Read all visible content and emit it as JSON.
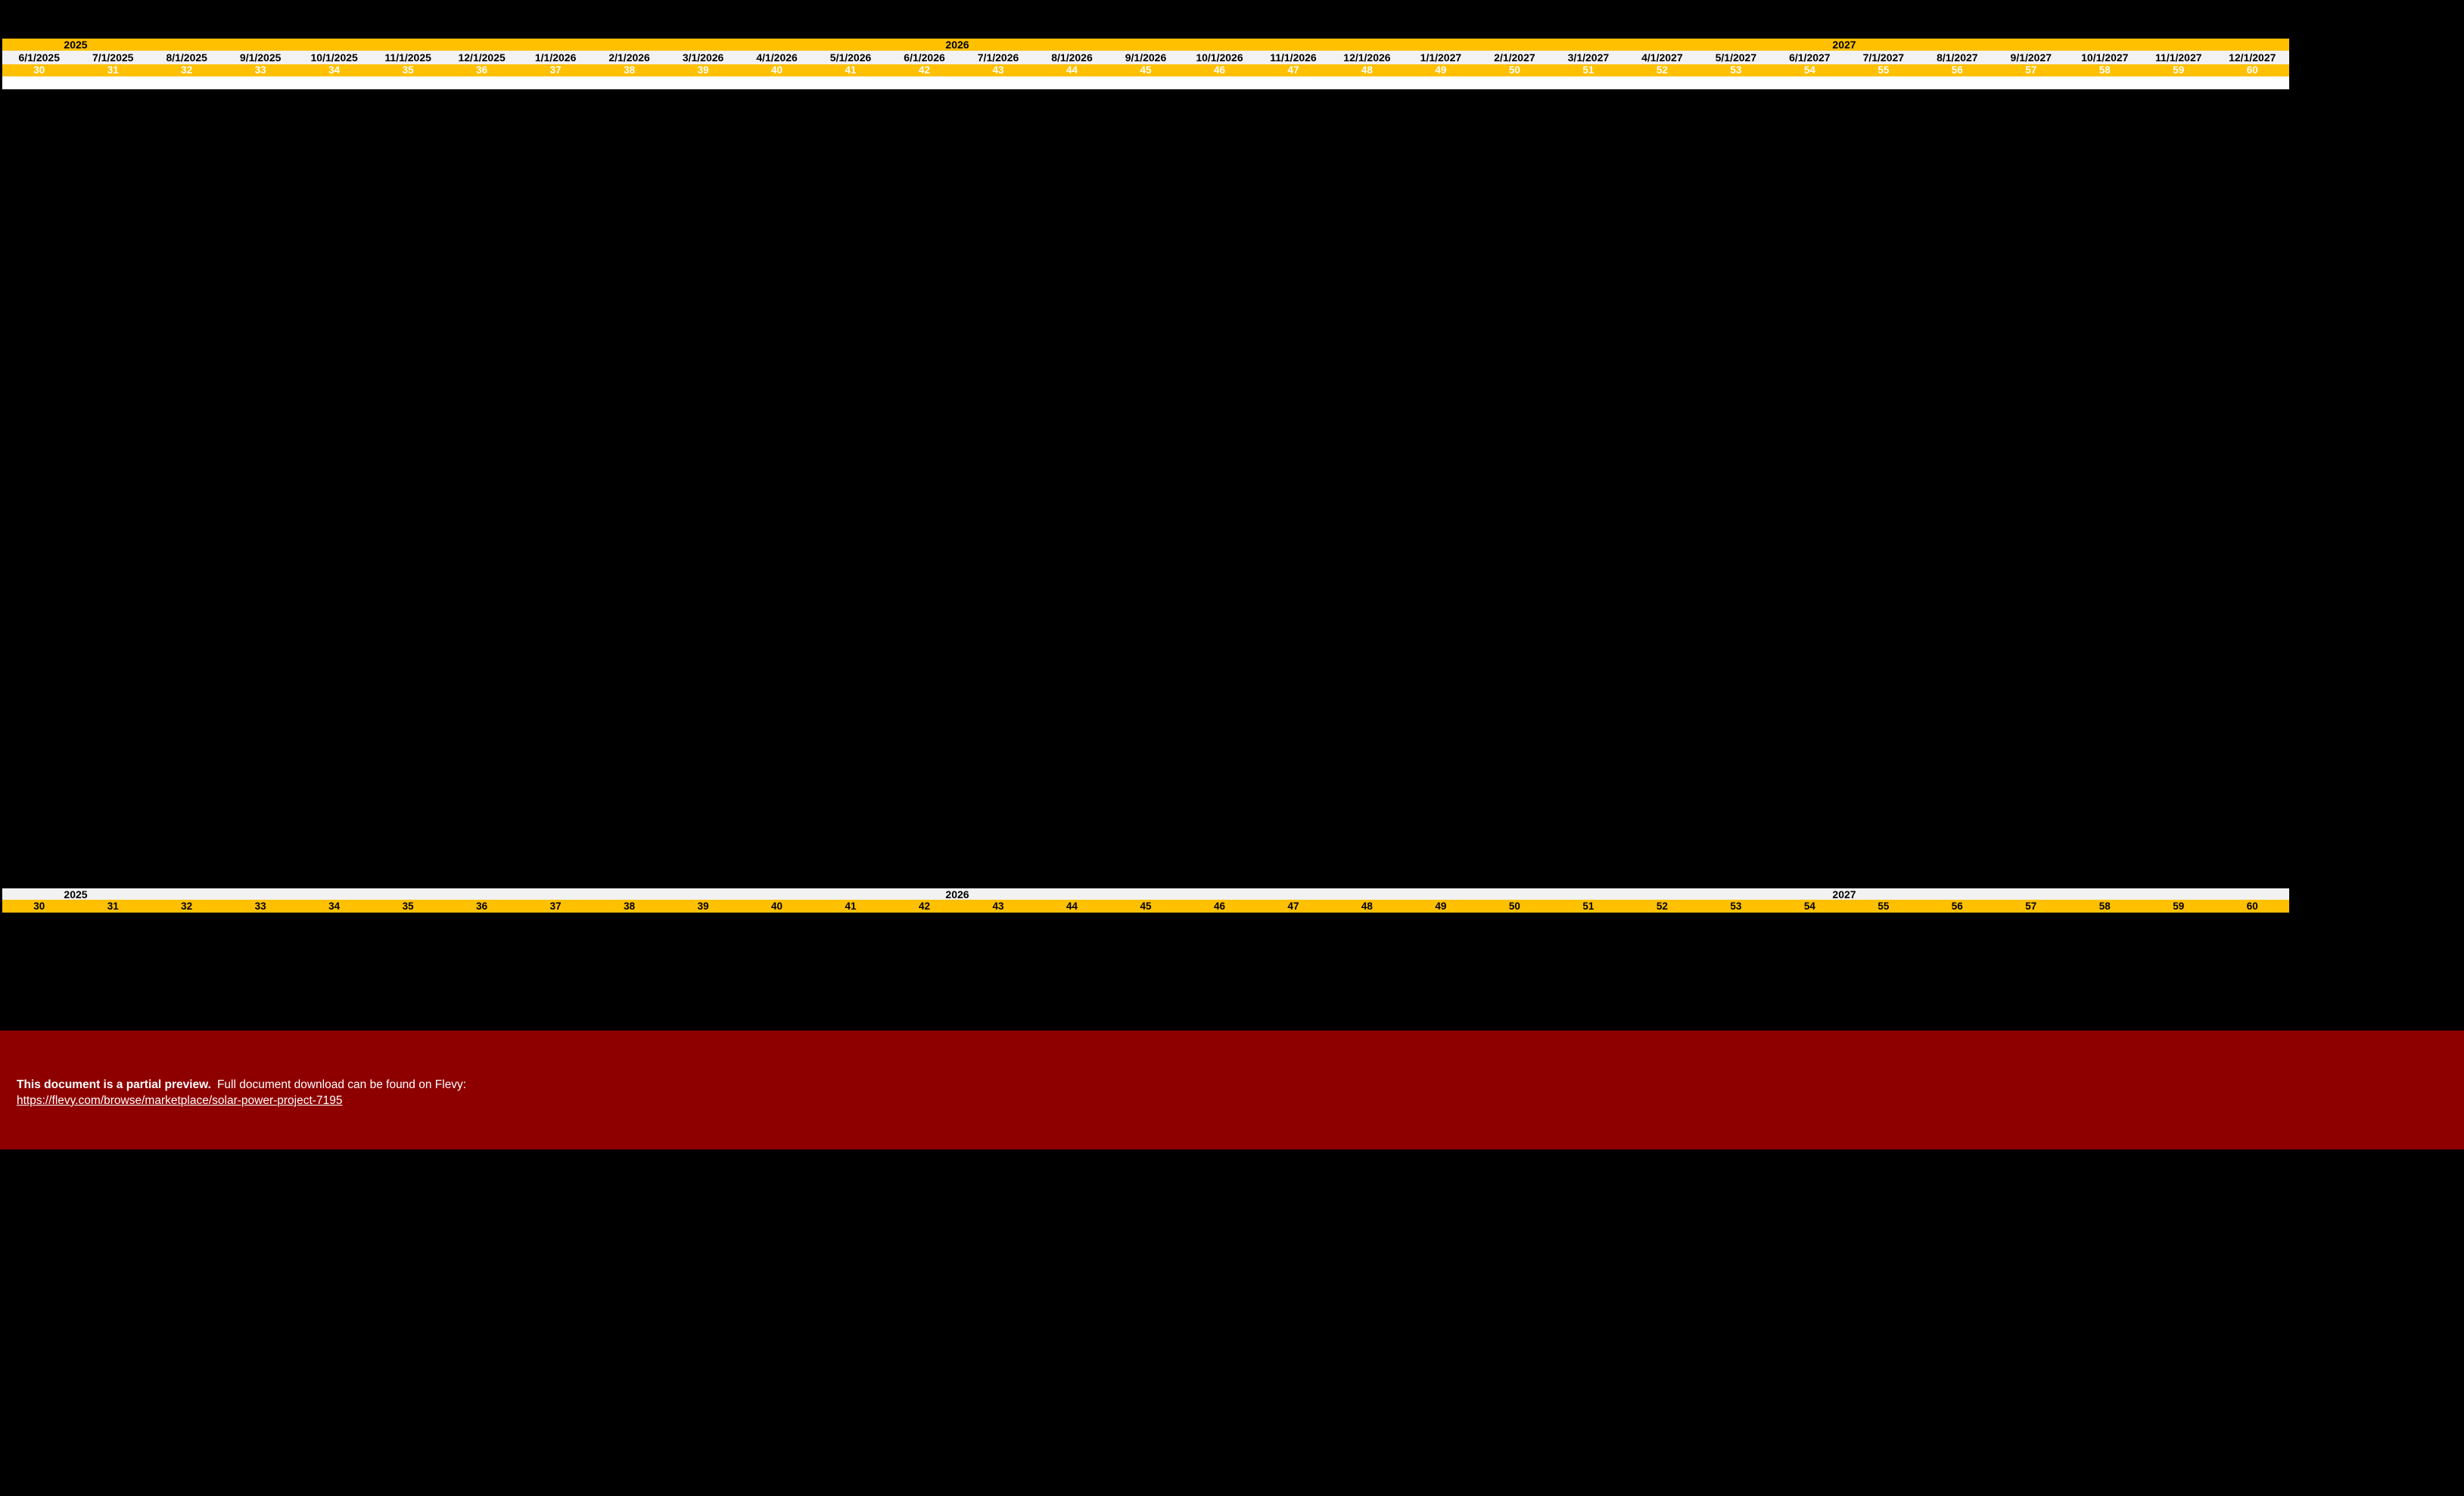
{
  "colors": {
    "background": "#000000",
    "band_yellow": "#FFC000",
    "band_light_gray": "#F2F2F2",
    "band_white": "#FFFFFF",
    "banner_red": "#8E0000",
    "week_text_top_band": "#FFFFFF",
    "week_text_mid_band": "#000000"
  },
  "timeline_top": {
    "years": [
      "2025",
      "2026",
      "2027"
    ],
    "dates": [
      "6/1/2025",
      "7/1/2025",
      "8/1/2025",
      "9/1/2025",
      "10/1/2025",
      "11/1/2025",
      "12/1/2025",
      "1/1/2026",
      "2/1/2026",
      "3/1/2026",
      "4/1/2026",
      "5/1/2026",
      "6/1/2026",
      "7/1/2026",
      "8/1/2026",
      "9/1/2026",
      "10/1/2026",
      "11/1/2026",
      "12/1/2026",
      "1/1/2027",
      "2/1/2027",
      "3/1/2027",
      "4/1/2027",
      "5/1/2027",
      "6/1/2027",
      "7/1/2027",
      "8/1/2027",
      "9/1/2027",
      "10/1/2027",
      "11/1/2027",
      "12/1/2027"
    ],
    "weeks": [
      "30",
      "31",
      "32",
      "33",
      "34",
      "35",
      "36",
      "37",
      "38",
      "39",
      "40",
      "41",
      "42",
      "43",
      "44",
      "45",
      "46",
      "47",
      "48",
      "49",
      "50",
      "51",
      "52",
      "53",
      "54",
      "55",
      "56",
      "57",
      "58",
      "59",
      "60"
    ]
  },
  "timeline_mid": {
    "years": [
      "2025",
      "2026",
      "2027"
    ],
    "weeks": [
      "30",
      "31",
      "32",
      "33",
      "34",
      "35",
      "36",
      "37",
      "38",
      "39",
      "40",
      "41",
      "42",
      "43",
      "44",
      "45",
      "46",
      "47",
      "48",
      "49",
      "50",
      "51",
      "52",
      "53",
      "54",
      "55",
      "56",
      "57",
      "58",
      "59",
      "60"
    ]
  },
  "banner": {
    "bold_text": "This document is a partial preview.",
    "regular_text": "Full document download can be found on Flevy:",
    "link_text": "https://flevy.com/browse/marketplace/solar-power-project-7195"
  }
}
